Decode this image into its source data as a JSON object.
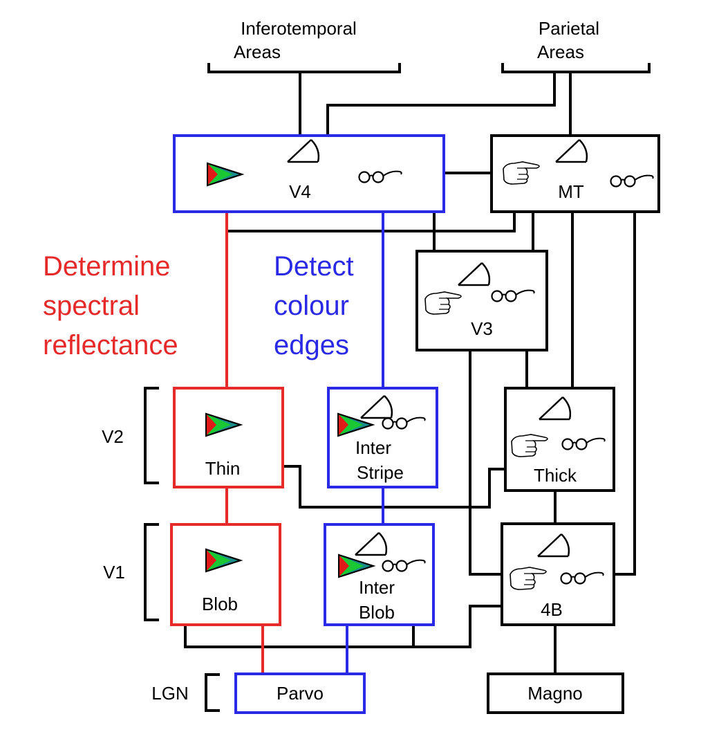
{
  "colors": {
    "red": "#e62a2a",
    "blue": "#2a2ae6",
    "black": "#000000",
    "triangle_red": "#e01919",
    "triangle_green": "#19c832",
    "triangle_teal": "#1a8a8a"
  },
  "top_labels": {
    "inferotemporal_line1": "Inferotemporal",
    "inferotemporal_line2": "Areas",
    "parietal_line1": "Parietal",
    "parietal_line2": "Areas"
  },
  "annotations": {
    "spectral_line1": "Determine",
    "spectral_line2": "spectral",
    "spectral_line3": "reflectance",
    "edges_line1": "Detect",
    "edges_line2": "colour",
    "edges_line3": "edges"
  },
  "layers": {
    "v2": "V2",
    "v1": "V1",
    "lgn": "LGN"
  },
  "boxes": {
    "v4": "V4",
    "mt": "MT",
    "v3": "V3",
    "thin": "Thin",
    "interstripe_line1": "Inter",
    "interstripe_line2": "Stripe",
    "thick": "Thick",
    "blob": "Blob",
    "interblob_line1": "Inter",
    "interblob_line2": "Blob",
    "b4": "4B",
    "parvo": "Parvo",
    "magno": "Magno"
  },
  "icons": [
    "colour-triangle-icon",
    "orientation-angle-icon",
    "motion-hand-icon",
    "disparity-glasses-icon"
  ]
}
